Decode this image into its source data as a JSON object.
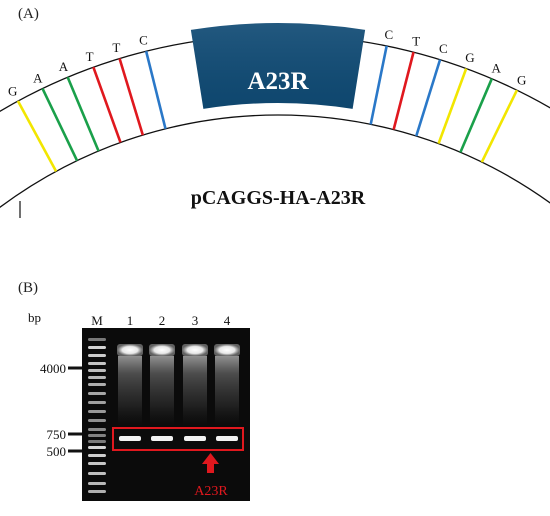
{
  "panel_a": {
    "label": "(A)",
    "gene_box_label": "A23R",
    "plasmid_name": "pCAGGS-HA-A23R",
    "left_bases": [
      {
        "letter": "G",
        "color": "#f2e600"
      },
      {
        "letter": "A",
        "color": "#1aa04a"
      },
      {
        "letter": "A",
        "color": "#1aa04a"
      },
      {
        "letter": "T",
        "color": "#e0181e"
      },
      {
        "letter": "T",
        "color": "#e0181e"
      },
      {
        "letter": "C",
        "color": "#2a78c8"
      }
    ],
    "right_bases": [
      {
        "letter": "C",
        "color": "#2a78c8"
      },
      {
        "letter": "T",
        "color": "#e0181e"
      },
      {
        "letter": "C",
        "color": "#2a78c8"
      },
      {
        "letter": "G",
        "color": "#f2e600"
      },
      {
        "letter": "A",
        "color": "#1aa04a"
      },
      {
        "letter": "G",
        "color": "#f2e600"
      }
    ],
    "box_color": "#0f4a74"
  },
  "panel_b": {
    "label": "(B)",
    "unit": "bp",
    "lanes": [
      "M",
      "1",
      "2",
      "3",
      "4"
    ],
    "markers": [
      {
        "label": "4000"
      },
      {
        "label": "750"
      },
      {
        "label": "500"
      }
    ],
    "band_label": "A23R",
    "highlight_color": "#e0181e"
  }
}
